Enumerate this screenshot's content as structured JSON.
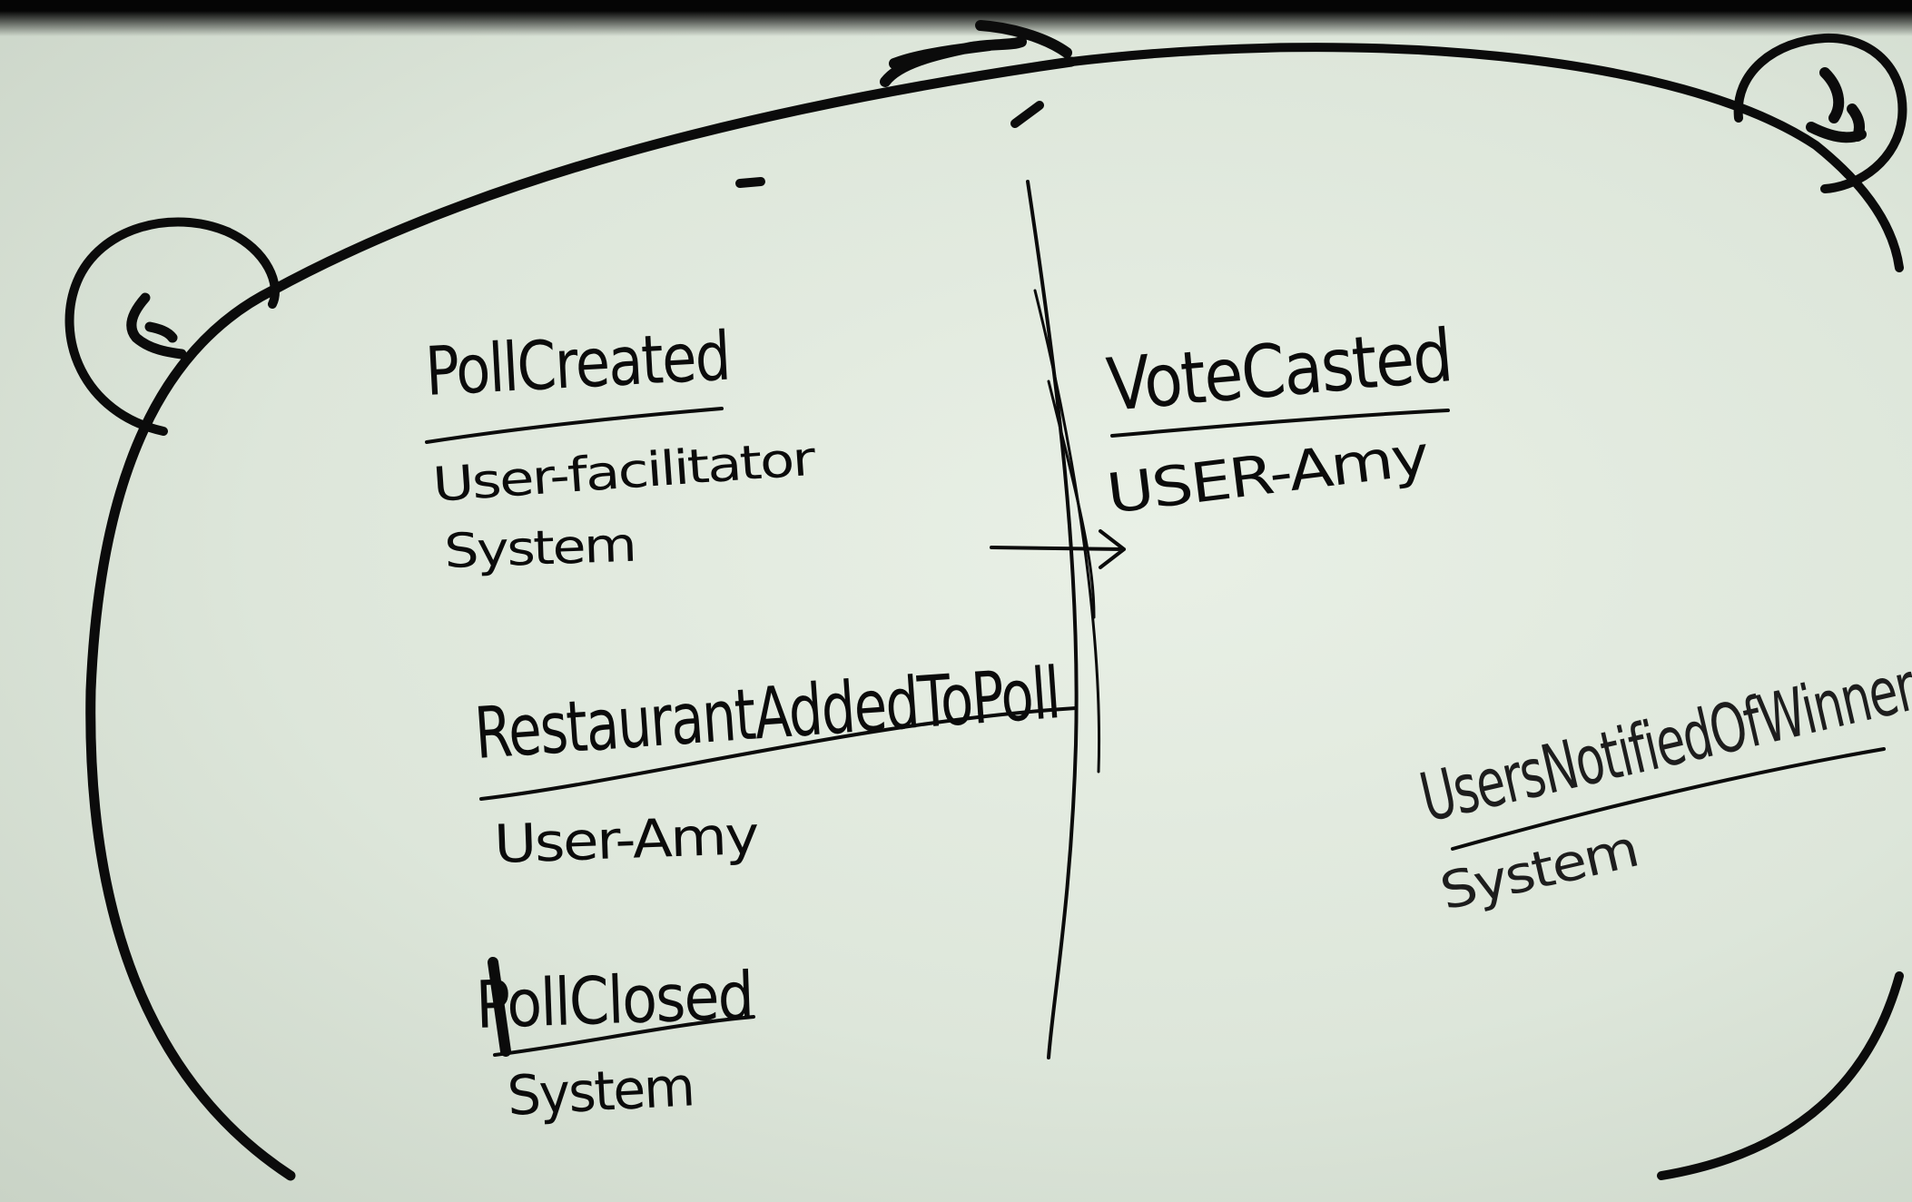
{
  "events": {
    "poll_created": {
      "title": "PollCreated",
      "actors": [
        "User-facilitator",
        "System"
      ]
    },
    "restaurant_added": {
      "title": "RestaurantAddedToPoll",
      "actors": [
        "User-Amy"
      ]
    },
    "poll_closed": {
      "title": "PollClosed",
      "actors": [
        "System"
      ]
    },
    "vote_casted": {
      "title": "VoteCasted",
      "actors": [
        "USER-Amy"
      ]
    },
    "users_notified": {
      "title": "UsersNotifiedOfWinner",
      "actors": [
        "System"
      ]
    }
  },
  "colors": {
    "ink": "#0b0b0b",
    "whiteboard": "#e3ebdf"
  }
}
